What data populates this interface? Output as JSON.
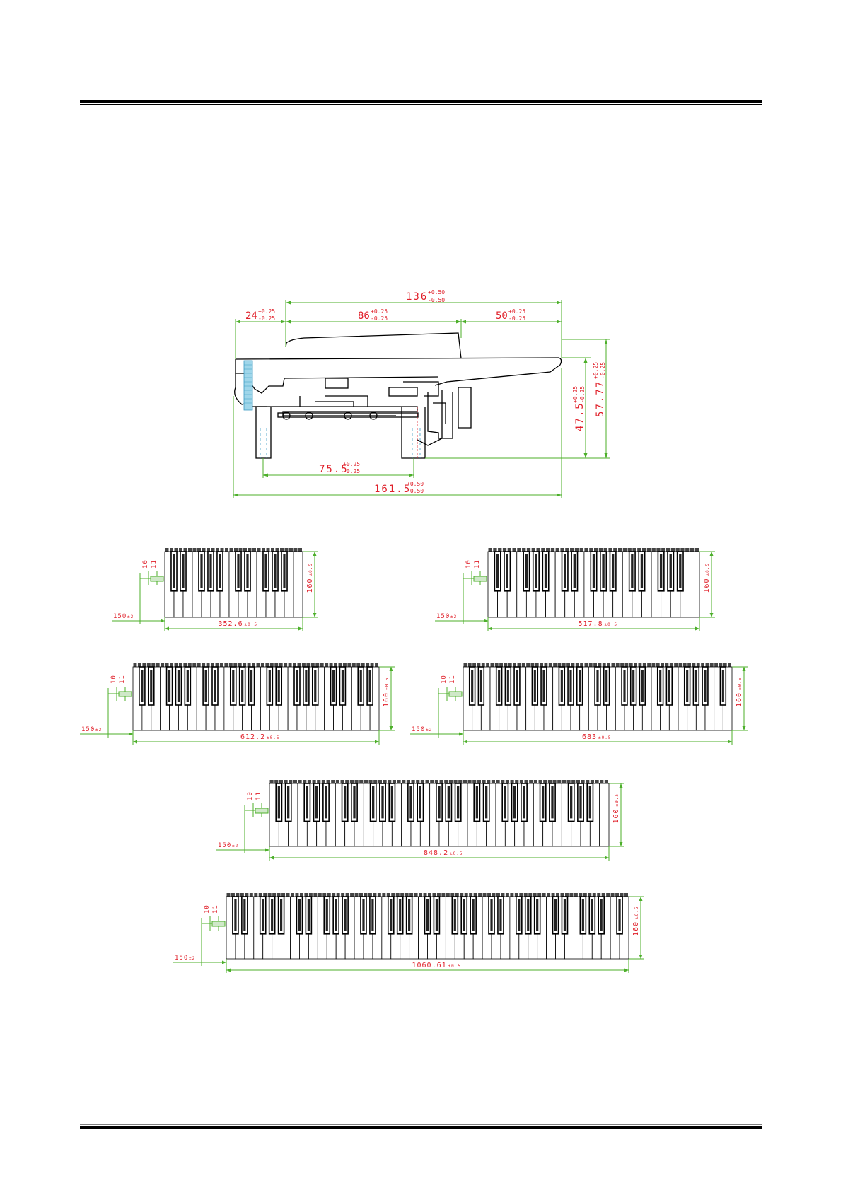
{
  "page": {
    "rule_color": "#000000"
  },
  "colors": {
    "dimension_text": "#e0202a",
    "dimension_line": "#4caf2a",
    "outline": "#000000",
    "spring": "#7ec8e3"
  },
  "side_view": {
    "dim_overall_top": {
      "value": "136",
      "tol_plus": "+0.50",
      "tol_minus": "-0.50"
    },
    "dim_front": {
      "value": "24",
      "tol_plus": "+0.25",
      "tol_minus": "-0.25"
    },
    "dim_key": {
      "value": "86",
      "tol_plus": "+0.25",
      "tol_minus": "-0.25"
    },
    "dim_rear": {
      "value": "50",
      "tol_plus": "+0.25",
      "tol_minus": "-0.25"
    },
    "dim_height_inner": {
      "value": "47.5",
      "tol_plus": "+0.25",
      "tol_minus": "-0.25"
    },
    "dim_height_outer": {
      "value": "57.77",
      "tol_plus": "+0.25",
      "tol_minus": "-0.25"
    },
    "dim_feet": {
      "value": "75.5",
      "tol_plus": "+0.25",
      "tol_minus": "-0.25"
    },
    "dim_overall_bottom": {
      "value": "161.5",
      "tol_plus": "+0.50",
      "tol_minus": "-0.50"
    }
  },
  "keyboards": [
    {
      "width_label": "352.6",
      "width_tol": "±0.5",
      "depth_label": "160",
      "depth_tol": "±0.5",
      "offset_label": "150",
      "offset_tol": "±2",
      "dim_a": "10",
      "dim_b": "11"
    },
    {
      "width_label": "517.8",
      "width_tol": "±0.5",
      "depth_label": "160",
      "depth_tol": "±0.5",
      "offset_label": "150",
      "offset_tol": "±2",
      "dim_a": "10",
      "dim_b": "11"
    },
    {
      "width_label": "612.2",
      "width_tol": "±0.5",
      "depth_label": "160",
      "depth_tol": "±0.5",
      "offset_label": "150",
      "offset_tol": "±2",
      "dim_a": "10",
      "dim_b": "11"
    },
    {
      "width_label": "683",
      "width_tol": "±0.5",
      "depth_label": "160",
      "depth_tol": "±0.5",
      "offset_label": "150",
      "offset_tol": "±2",
      "dim_a": "10",
      "dim_b": "11"
    },
    {
      "width_label": "848.2",
      "width_tol": "±0.5",
      "depth_label": "160",
      "depth_tol": "±0.5",
      "offset_label": "150",
      "offset_tol": "±2",
      "dim_a": "10",
      "dim_b": "11"
    },
    {
      "width_label": "1060.61",
      "width_tol": "±0.5",
      "depth_label": "160",
      "depth_tol": "±0.5",
      "offset_label": "150",
      "offset_tol": "±2",
      "dim_a": "10",
      "dim_b": "11"
    }
  ]
}
